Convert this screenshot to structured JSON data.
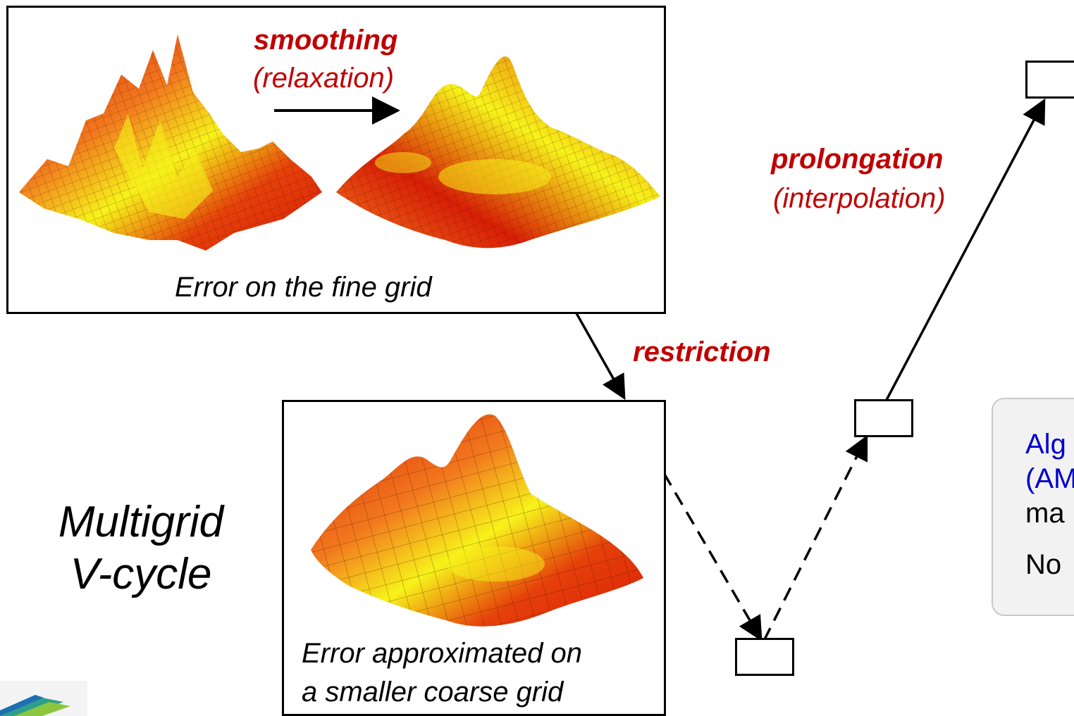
{
  "fine_panel": {
    "smoothing": "smoothing",
    "relaxation": "(relaxation)",
    "caption": "Error on the fine grid"
  },
  "coarse_panel": {
    "caption_line1": "Error approximated on",
    "caption_line2": "a smaller coarse grid"
  },
  "labels": {
    "restriction": "restriction",
    "prolongation": "prolongation",
    "interpolation": "(interpolation)"
  },
  "title": {
    "line1": "Multigrid",
    "line2": "V-cycle"
  },
  "callout": {
    "line1": "Alg",
    "line2": "(AM",
    "line3": "ma",
    "line4": "No"
  },
  "colors": {
    "label_red": "#c00000",
    "callout_blue": "#0000cc",
    "surface_dark": "#d81e05",
    "surface_mid": "#f2781e",
    "surface_light": "#f7f21a"
  }
}
